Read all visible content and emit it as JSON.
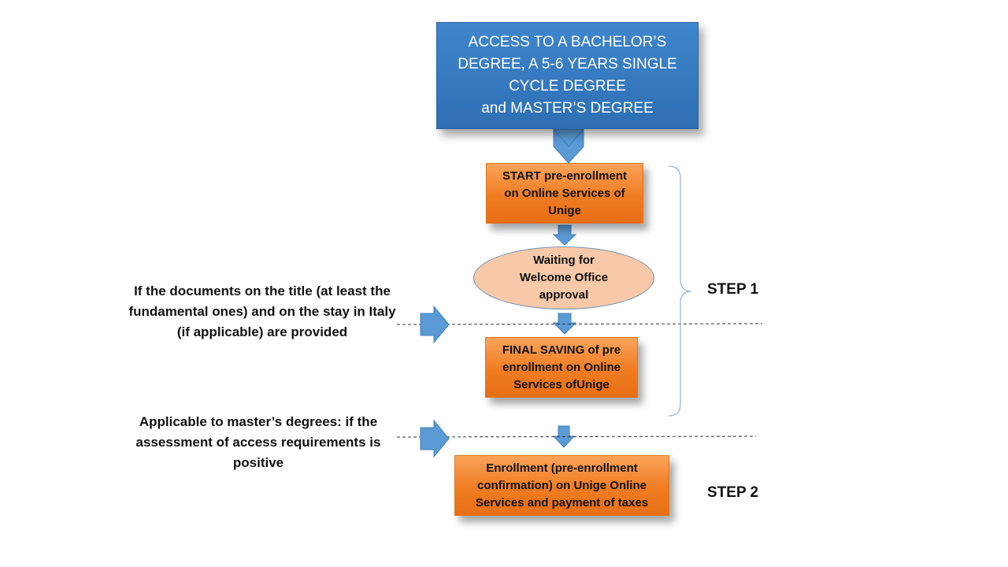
{
  "title": {
    "lines": [
      "ACCESS TO A BACHELOR’S",
      "DEGREE, A 5-6 YEARS SINGLE",
      "CYCLE DEGREE",
      "and MASTER’S DEGREE"
    ]
  },
  "boxes": {
    "start": [
      "START pre-enrollment",
      "on Online Services of",
      "Unige"
    ],
    "waiting": [
      "Waiting for",
      "Welcome Office",
      "approval"
    ],
    "final_saving": [
      "FINAL SAVING of pre",
      "enrollment on Online",
      "Services ofUnige"
    ],
    "enrollment": [
      "Enrollment (pre-enrollment",
      "confirmation) on Unige Online",
      "Services and payment of taxes"
    ]
  },
  "conditions": {
    "documents": [
      "If the documents on the title (at least the",
      "fundamental ones) and on the stay in   Italy",
      "(if applicable) are provided"
    ],
    "masters": [
      "Applicable to master’s degrees: if the",
      "assessment of access requirements is",
      "positive"
    ]
  },
  "steps": {
    "step1": "STEP 1",
    "step2": "STEP 2"
  },
  "colors": {
    "title_blue": "#2f6fb4",
    "box_orange": "#f07c22",
    "ellipse_fill": "#f7c9a8",
    "arrow_blue": "#5b9bd5"
  }
}
